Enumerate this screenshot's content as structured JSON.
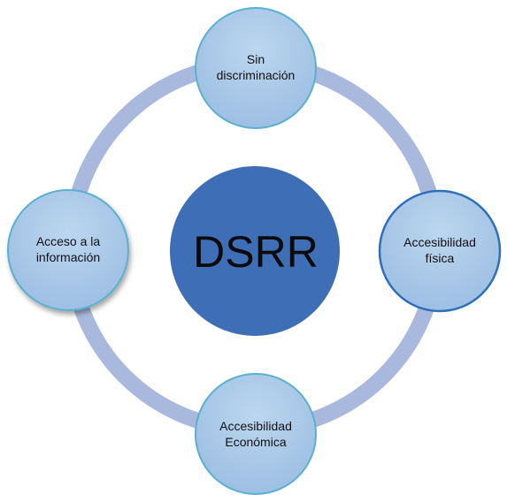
{
  "diagram": {
    "center": {
      "label": "DSRR",
      "fill": "#3e6fb6"
    },
    "ring_color": "#a9b9de",
    "nodes": [
      {
        "id": "top",
        "lines": [
          "Sin",
          "discriminación"
        ],
        "fill": "#a7c7e6",
        "stroke": "#5ab0cf"
      },
      {
        "id": "right",
        "lines": [
          "Accesibilidad",
          "física"
        ],
        "fill": "#a4c4e4",
        "stroke": "#2f6fb8"
      },
      {
        "id": "bottom",
        "lines": [
          "Accesibilidad",
          "Económica"
        ],
        "fill": "#a7c7e6",
        "stroke": "#5ab0cf"
      },
      {
        "id": "left",
        "lines": [
          "Acceso a la",
          "información"
        ],
        "fill": "#a7c7e6",
        "stroke": "#5ab0cf"
      }
    ]
  }
}
